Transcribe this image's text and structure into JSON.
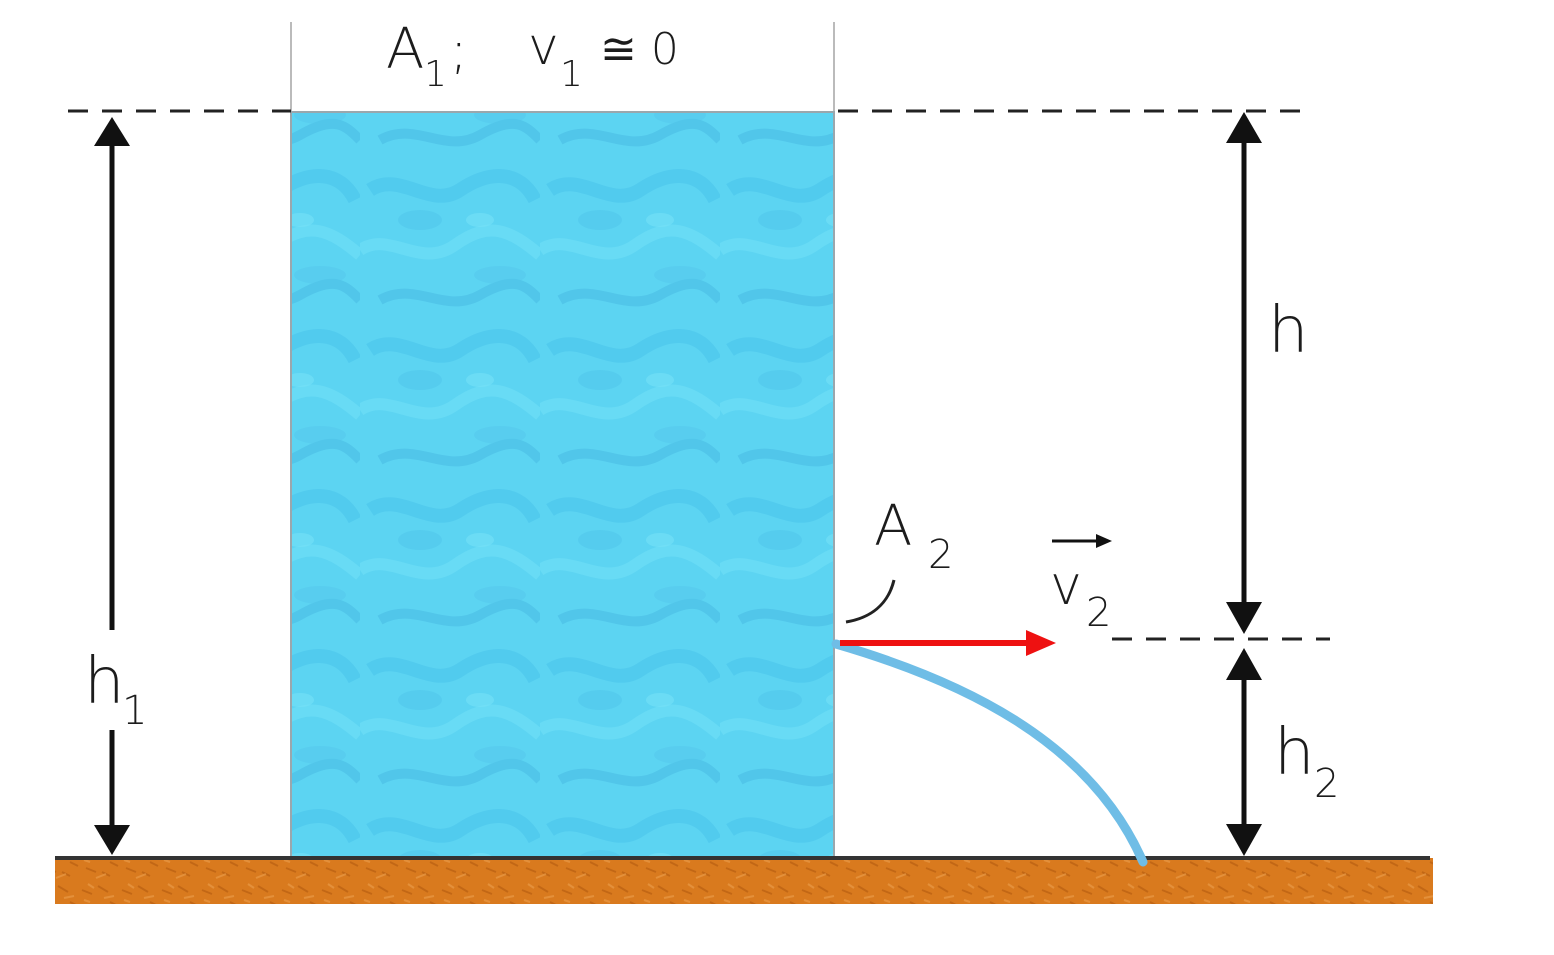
{
  "labels": {
    "top": {
      "a_main": "A",
      "a_sub": "1",
      "separator": ";",
      "v_main": "v",
      "v_sub": "1",
      "approx": "≅ 0"
    },
    "opening": {
      "main": "A",
      "sub": "2"
    },
    "velocity": {
      "main": "v",
      "sub": "2"
    },
    "h": "h",
    "h1": {
      "main": "h",
      "sub": "1"
    },
    "h2": {
      "main": "h",
      "sub": "2"
    }
  },
  "colors": {
    "water": "#5cd4f2",
    "water_dark": "#3fb6dc",
    "jet": "#6fbde6",
    "velocity_arrow": "#ee1111",
    "ground": "#d97a1e",
    "ground_dark": "#b85f10",
    "lines": "#111111"
  }
}
